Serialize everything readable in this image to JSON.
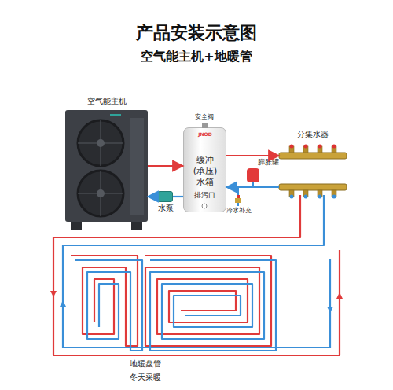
{
  "diagram": {
    "title": "产品安装示意图",
    "nodes": [
      {
        "text": [
          "空气能主机"
        ]
      },
      {
        "text": [
          "水泵"
        ]
      },
      {
        "text": [
          "缓冲(承压)水箱",
          "排污口"
        ]
      },
      {
        "text": [
          "膨胀罐"
        ]
      },
      {
        "text": [
          "分集水器"
        ]
      }
    ],
    "edges": [
      {
        "from": 0,
        "to": 2,
        "arrow": "to"
      },
      {
        "from": 2,
        "to": 4,
        "arrow": "to"
      },
      {
        "from": 4,
        "to": 2,
        "arrow": "to"
      },
      {
        "from": 2,
        "to": 1,
        "arrow": "none"
      },
      {
        "from": 1,
        "to": 0,
        "arrow": "to"
      }
    ],
    "labels": [
      "空气能主机+地暖管",
      "安全阀",
      "JNOD",
      "冷水补充",
      "地暖盘管",
      "冬天采暖"
    ]
  }
}
